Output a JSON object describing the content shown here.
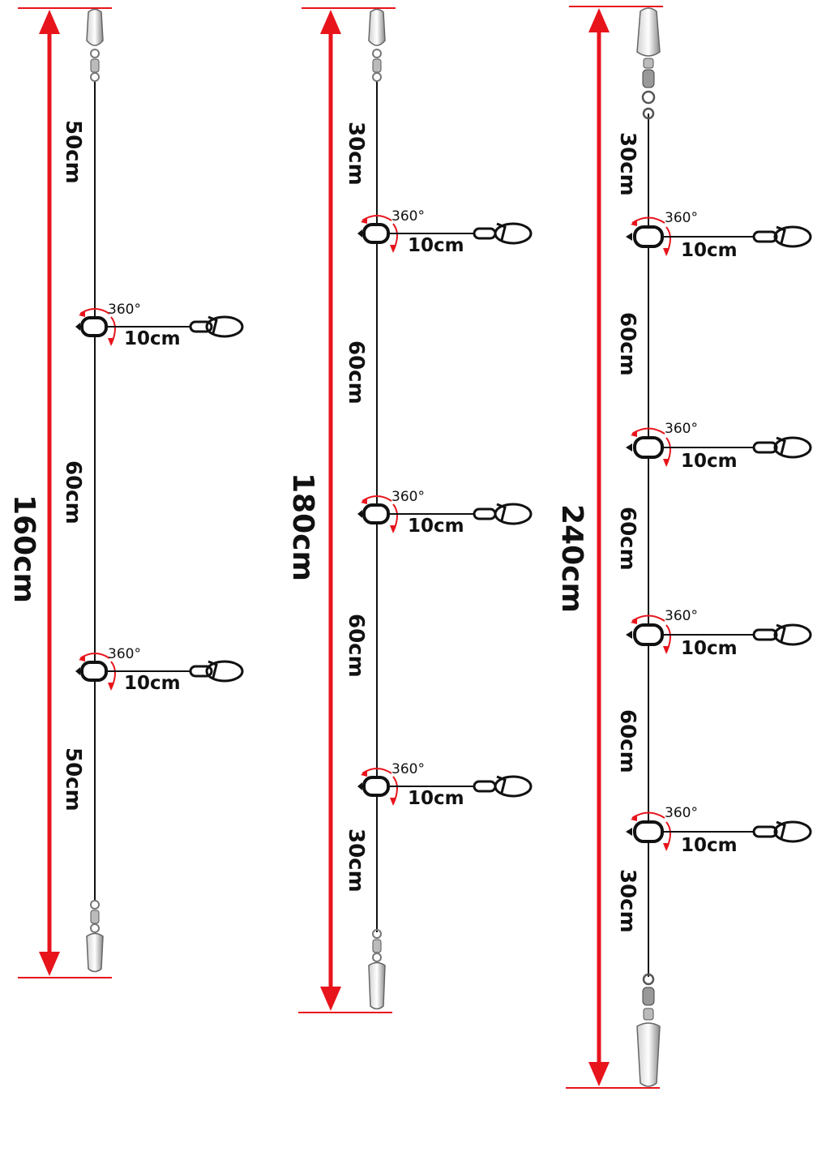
{
  "rigs": [
    {
      "total": "160cm",
      "segments": [
        "50cm",
        "60cm",
        "50cm"
      ],
      "branches": [
        {
          "length": "10cm",
          "rotation": "360°"
        },
        {
          "length": "10cm",
          "rotation": "360°"
        }
      ]
    },
    {
      "total": "180cm",
      "segments": [
        "30cm",
        "60cm",
        "60cm",
        "30cm"
      ],
      "branches": [
        {
          "length": "10cm",
          "rotation": "360°"
        },
        {
          "length": "10cm",
          "rotation": "360°"
        },
        {
          "length": "10cm",
          "rotation": "360°"
        }
      ]
    },
    {
      "total": "240cm",
      "segments": [
        "30cm",
        "60cm",
        "60cm",
        "60cm",
        "30cm"
      ],
      "branches": [
        {
          "length": "10cm",
          "rotation": "360°"
        },
        {
          "length": "10cm",
          "rotation": "360°"
        },
        {
          "length": "10cm",
          "rotation": "360°"
        },
        {
          "length": "10cm",
          "rotation": "360°"
        }
      ]
    }
  ],
  "colors": {
    "measure": "#e8141c",
    "line": "#111111",
    "metal": "#9a9a9a"
  },
  "icons": [
    "snap-swivel-icon",
    "rolling-swivel-icon",
    "rotation-arrow-icon",
    "measurement-arrow-icon"
  ]
}
